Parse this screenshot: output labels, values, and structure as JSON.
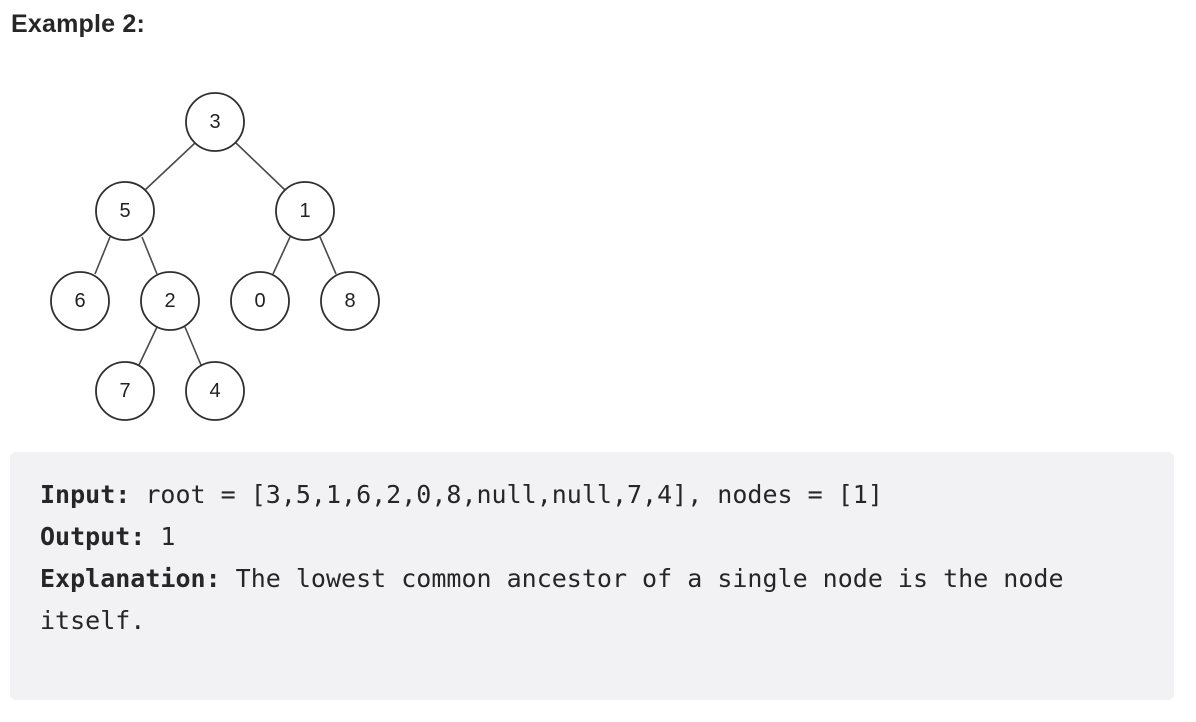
{
  "heading": "Example 2:",
  "tree": {
    "nodes": [
      {
        "id": "n3",
        "label": "3"
      },
      {
        "id": "n5",
        "label": "5"
      },
      {
        "id": "n1",
        "label": "1"
      },
      {
        "id": "n6",
        "label": "6"
      },
      {
        "id": "n2",
        "label": "2"
      },
      {
        "id": "n0",
        "label": "0"
      },
      {
        "id": "n8",
        "label": "8"
      },
      {
        "id": "n7",
        "label": "7"
      },
      {
        "id": "n4",
        "label": "4"
      }
    ]
  },
  "example": {
    "input_label": "Input:",
    "input_value": " root = [3,5,1,6,2,0,8,null,null,7,4], nodes = [1]",
    "output_label": "Output:",
    "output_value": " 1",
    "explanation_label": "Explanation:",
    "explanation_value": " The lowest common ancestor of a single node is the node itself."
  }
}
